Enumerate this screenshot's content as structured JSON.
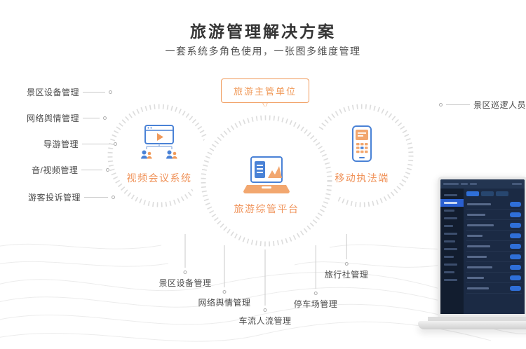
{
  "header": {
    "title": "旅游管理解决方案",
    "subtitle": "一套系统多角色使用，一张图多维度管理"
  },
  "badge": {
    "label": "旅游主管单位"
  },
  "icons": {
    "down_triangle": "▽"
  },
  "circles": [
    {
      "label": "视频会议系统"
    },
    {
      "label": "旅游综管平台"
    },
    {
      "label": "移动执法端"
    }
  ],
  "left_items": [
    "景区设备管理",
    "网络舆情管理",
    "导游管理",
    "音/视频管理",
    "游客投诉管理"
  ],
  "right_items": [
    "景区巡逻人员"
  ],
  "bottom_items": [
    "景区设备管理",
    "网络舆情管理",
    "车流人流管理",
    "停车场管理",
    "旅行社管理"
  ],
  "colors": {
    "accent_orange": "#F09A5A",
    "icon_blue": "#4A82D6",
    "ring_gray": "#DCDCDC",
    "text_dark": "#353535",
    "text_label": "#4A4A4A",
    "line_gray": "#C9C9C9",
    "dashboard_navy": "#1B2A44",
    "dashboard_blue": "#2F6FD8"
  }
}
